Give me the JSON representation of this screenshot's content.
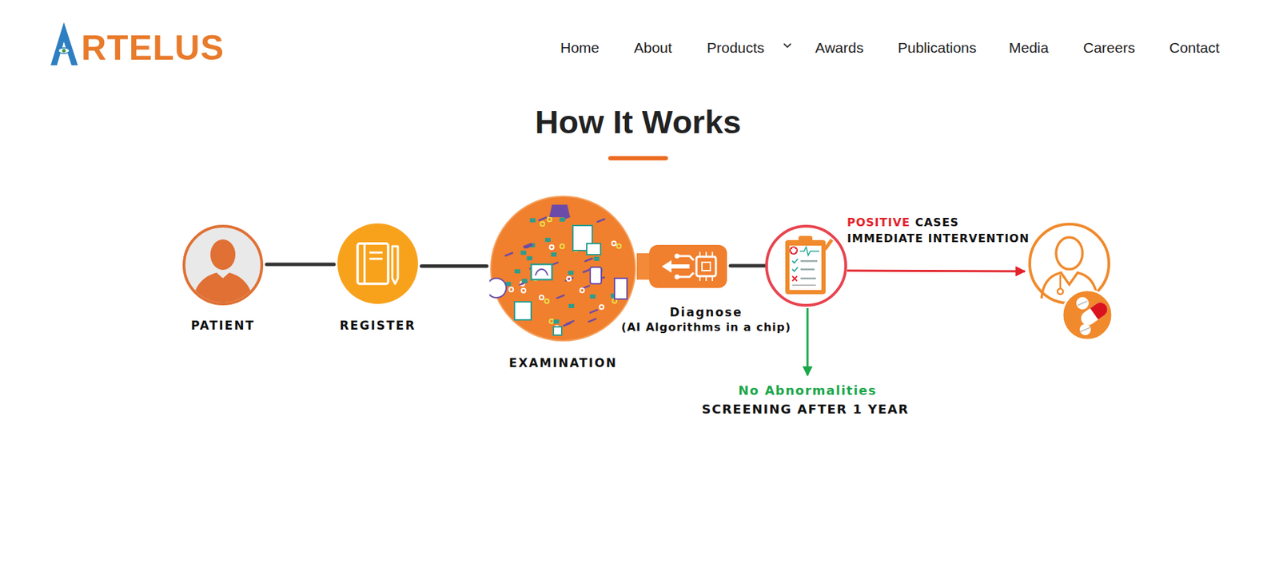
{
  "diagram": {
    "title": "How It Works",
    "nodes": [
      {
        "text": [
          "PATIENT"
        ]
      },
      {
        "text": [
          "REGISTER"
        ]
      },
      {
        "text": [
          "EXAMINATION"
        ]
      },
      {
        "text": [
          "Diagnose",
          "(AI Algorithms in a chip)"
        ]
      }
    ],
    "edges": [
      {
        "from": 0,
        "to": 1,
        "arrow": "none"
      },
      {
        "from": 1,
        "to": 2,
        "arrow": "none"
      }
    ],
    "labels": [
      "RTELUS",
      "Home",
      "About",
      "Products",
      "Awards",
      "Publications",
      "Media",
      "Careers",
      "Contact",
      "POSITIVE",
      "CASES",
      "IMMEDIATE INTERVENTION",
      "No Abnormalities",
      "SCREENING AFTER 1 YEAR"
    ]
  }
}
